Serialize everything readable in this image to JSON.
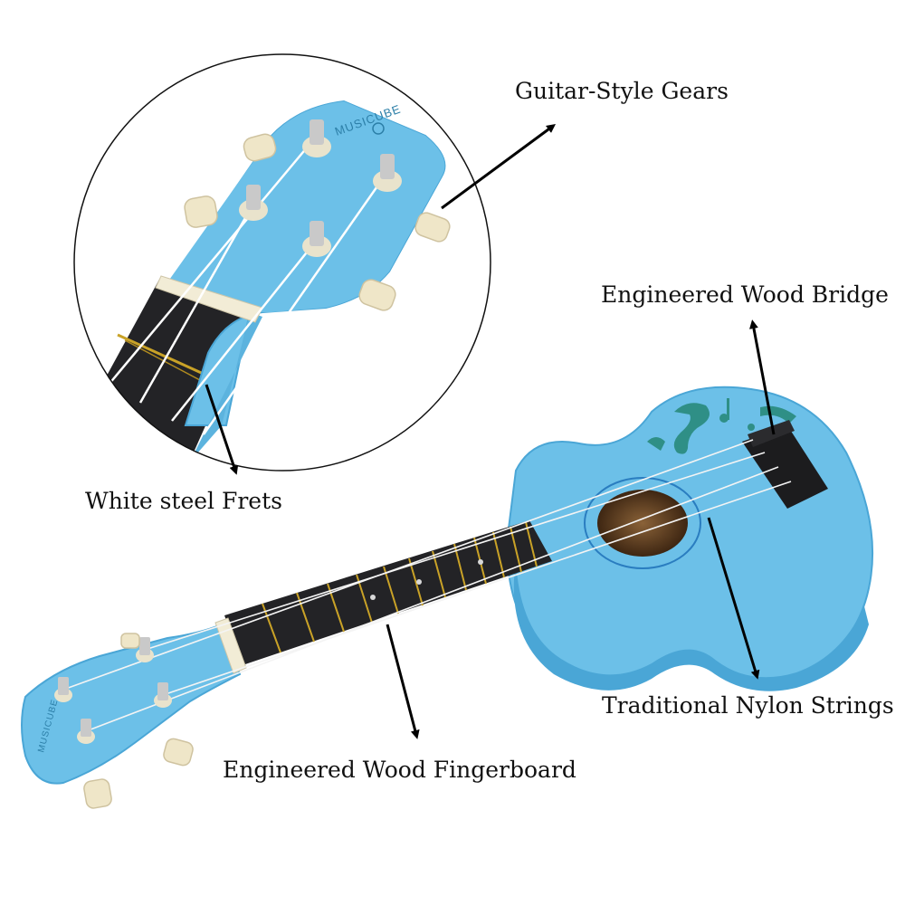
{
  "labels": {
    "gears": "Guitar-Style Gears",
    "bridge": "Engineered Wood Bridge",
    "frets": "White steel Frets",
    "strings": "Traditional Nylon Strings",
    "fingerboard": "Engineered Wood Fingerboard"
  },
  "brand": "MUSICUBE",
  "colors": {
    "body": "#6cc0e8",
    "body_shade": "#4aa6d6",
    "fingerboard": "#232326",
    "fret": "#c9a227",
    "tuner_button": "#efe6c8",
    "nut": "#f2ecd6",
    "label_text": "#111111"
  }
}
